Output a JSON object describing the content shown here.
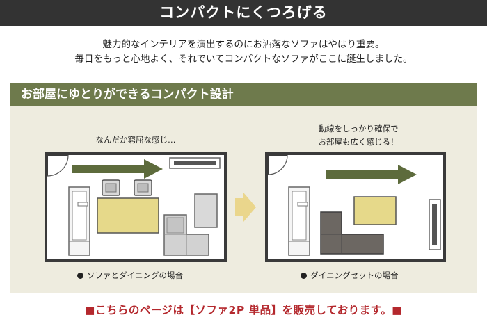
{
  "banner": {
    "title": "コンパクトにくつろげる"
  },
  "intro": {
    "line1": "魅力的なインテリアを演出するのにお洒落なソファはやはり重要。",
    "line2": "毎日をもっと心地よく、それでいてコンパクトなソファがここに誕生しました。"
  },
  "section": {
    "title": "お部屋にゆとりができるコンパクト設計"
  },
  "left_room": {
    "caption": "なんだか窮屈な感じ…",
    "label": "ソファとダイニングの場合"
  },
  "right_room": {
    "caption_line1": "動線をしっかり確保で",
    "caption_line2": "お部屋も広く感じる！",
    "label": "ダイニングセットの場合"
  },
  "footer": {
    "note": "■こちらのページは【ソファ2P 単品】を販売しております。■"
  },
  "colors": {
    "banner_bg": "#333333",
    "section_bg": "#6e7a4c",
    "panel_bg": "#eeecdf",
    "arrow_green": "#5d6b3c",
    "table_yellow": "#e6d98a",
    "footer_red": "#b4282d"
  }
}
